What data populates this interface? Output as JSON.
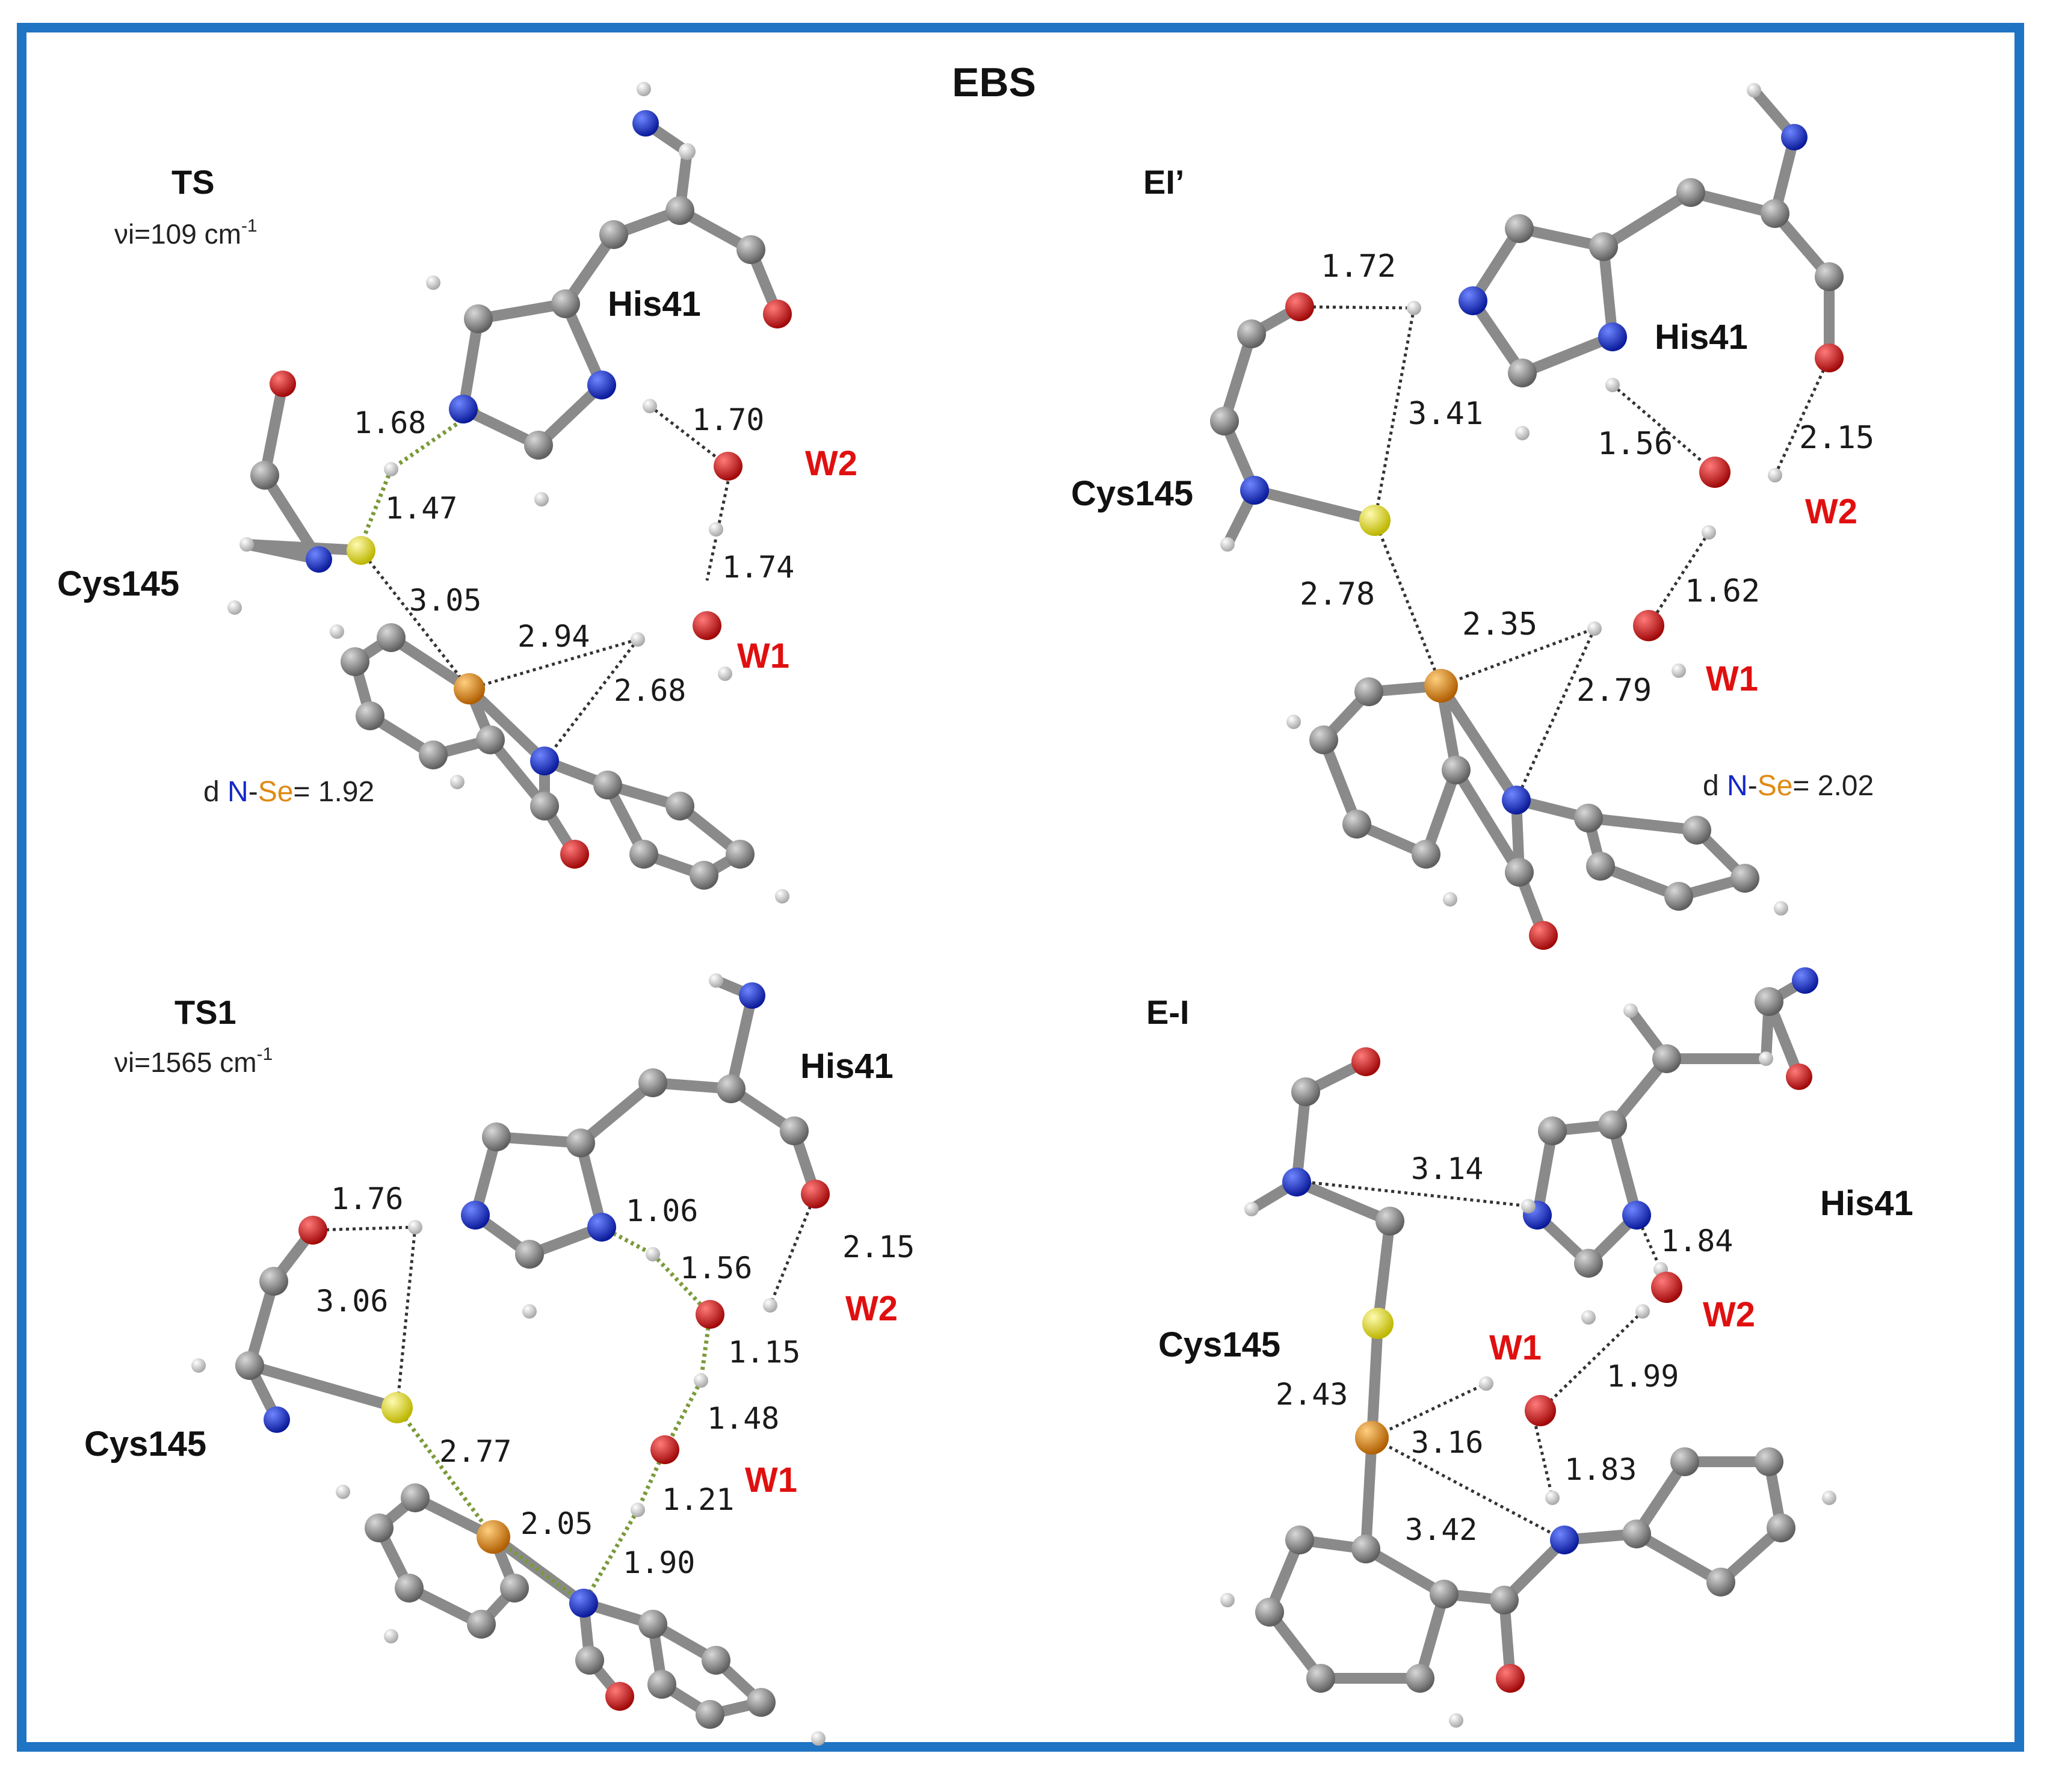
{
  "title": "EBS",
  "colors": {
    "frame": "#1f74c4",
    "carbon": "#7d7d7d",
    "nitrogen": "#1428c8",
    "oxygen": "#d00f0f",
    "sulfur": "#e6e000",
    "selenium": "#e08a14",
    "hydrogen": "#ececec",
    "water_label": "#e01010"
  },
  "panels": {
    "ts": {
      "name": "TS",
      "freq_prefix": "νi=109 cm",
      "freq_sup": "-1",
      "his": "His41",
      "cys": "Cys145",
      "w1": "W1",
      "w2": "W2",
      "d_prefix": "d ",
      "d_n": "N",
      "d_dash": "-",
      "d_se": "Se",
      "d_value": "= 1.92",
      "distances": [
        "1.68",
        "1.47",
        "1.70",
        "1.74",
        "3.05",
        "2.94",
        "2.68"
      ]
    },
    "ei_prime": {
      "name": "EI’",
      "his": "His41",
      "cys": "Cys145",
      "w1": "W1",
      "w2": "W2",
      "d_prefix": "d ",
      "d_n": "N",
      "d_dash": "-",
      "d_se": "Se",
      "d_value": "= 2.02",
      "distances": [
        "1.72",
        "3.41",
        "1.56",
        "2.15",
        "1.62",
        "2.78",
        "2.35",
        "2.79"
      ]
    },
    "ts1": {
      "name": "TS1",
      "freq_prefix": "νi=1565 cm",
      "freq_sup": "-1",
      "his": "His41",
      "cys": "Cys145",
      "w1": "W1",
      "w2": "W2",
      "distances": [
        "1.76",
        "1.06",
        "3.06",
        "1.56",
        "2.15",
        "1.15",
        "2.77",
        "1.48",
        "1.21",
        "2.05",
        "1.90"
      ]
    },
    "ei": {
      "name": "E-I",
      "his": "His41",
      "cys": "Cys145",
      "w1": "W1",
      "w2": "W2",
      "distances": [
        "3.14",
        "1.84",
        "1.99",
        "2.43",
        "3.16",
        "1.83",
        "3.42"
      ]
    }
  }
}
